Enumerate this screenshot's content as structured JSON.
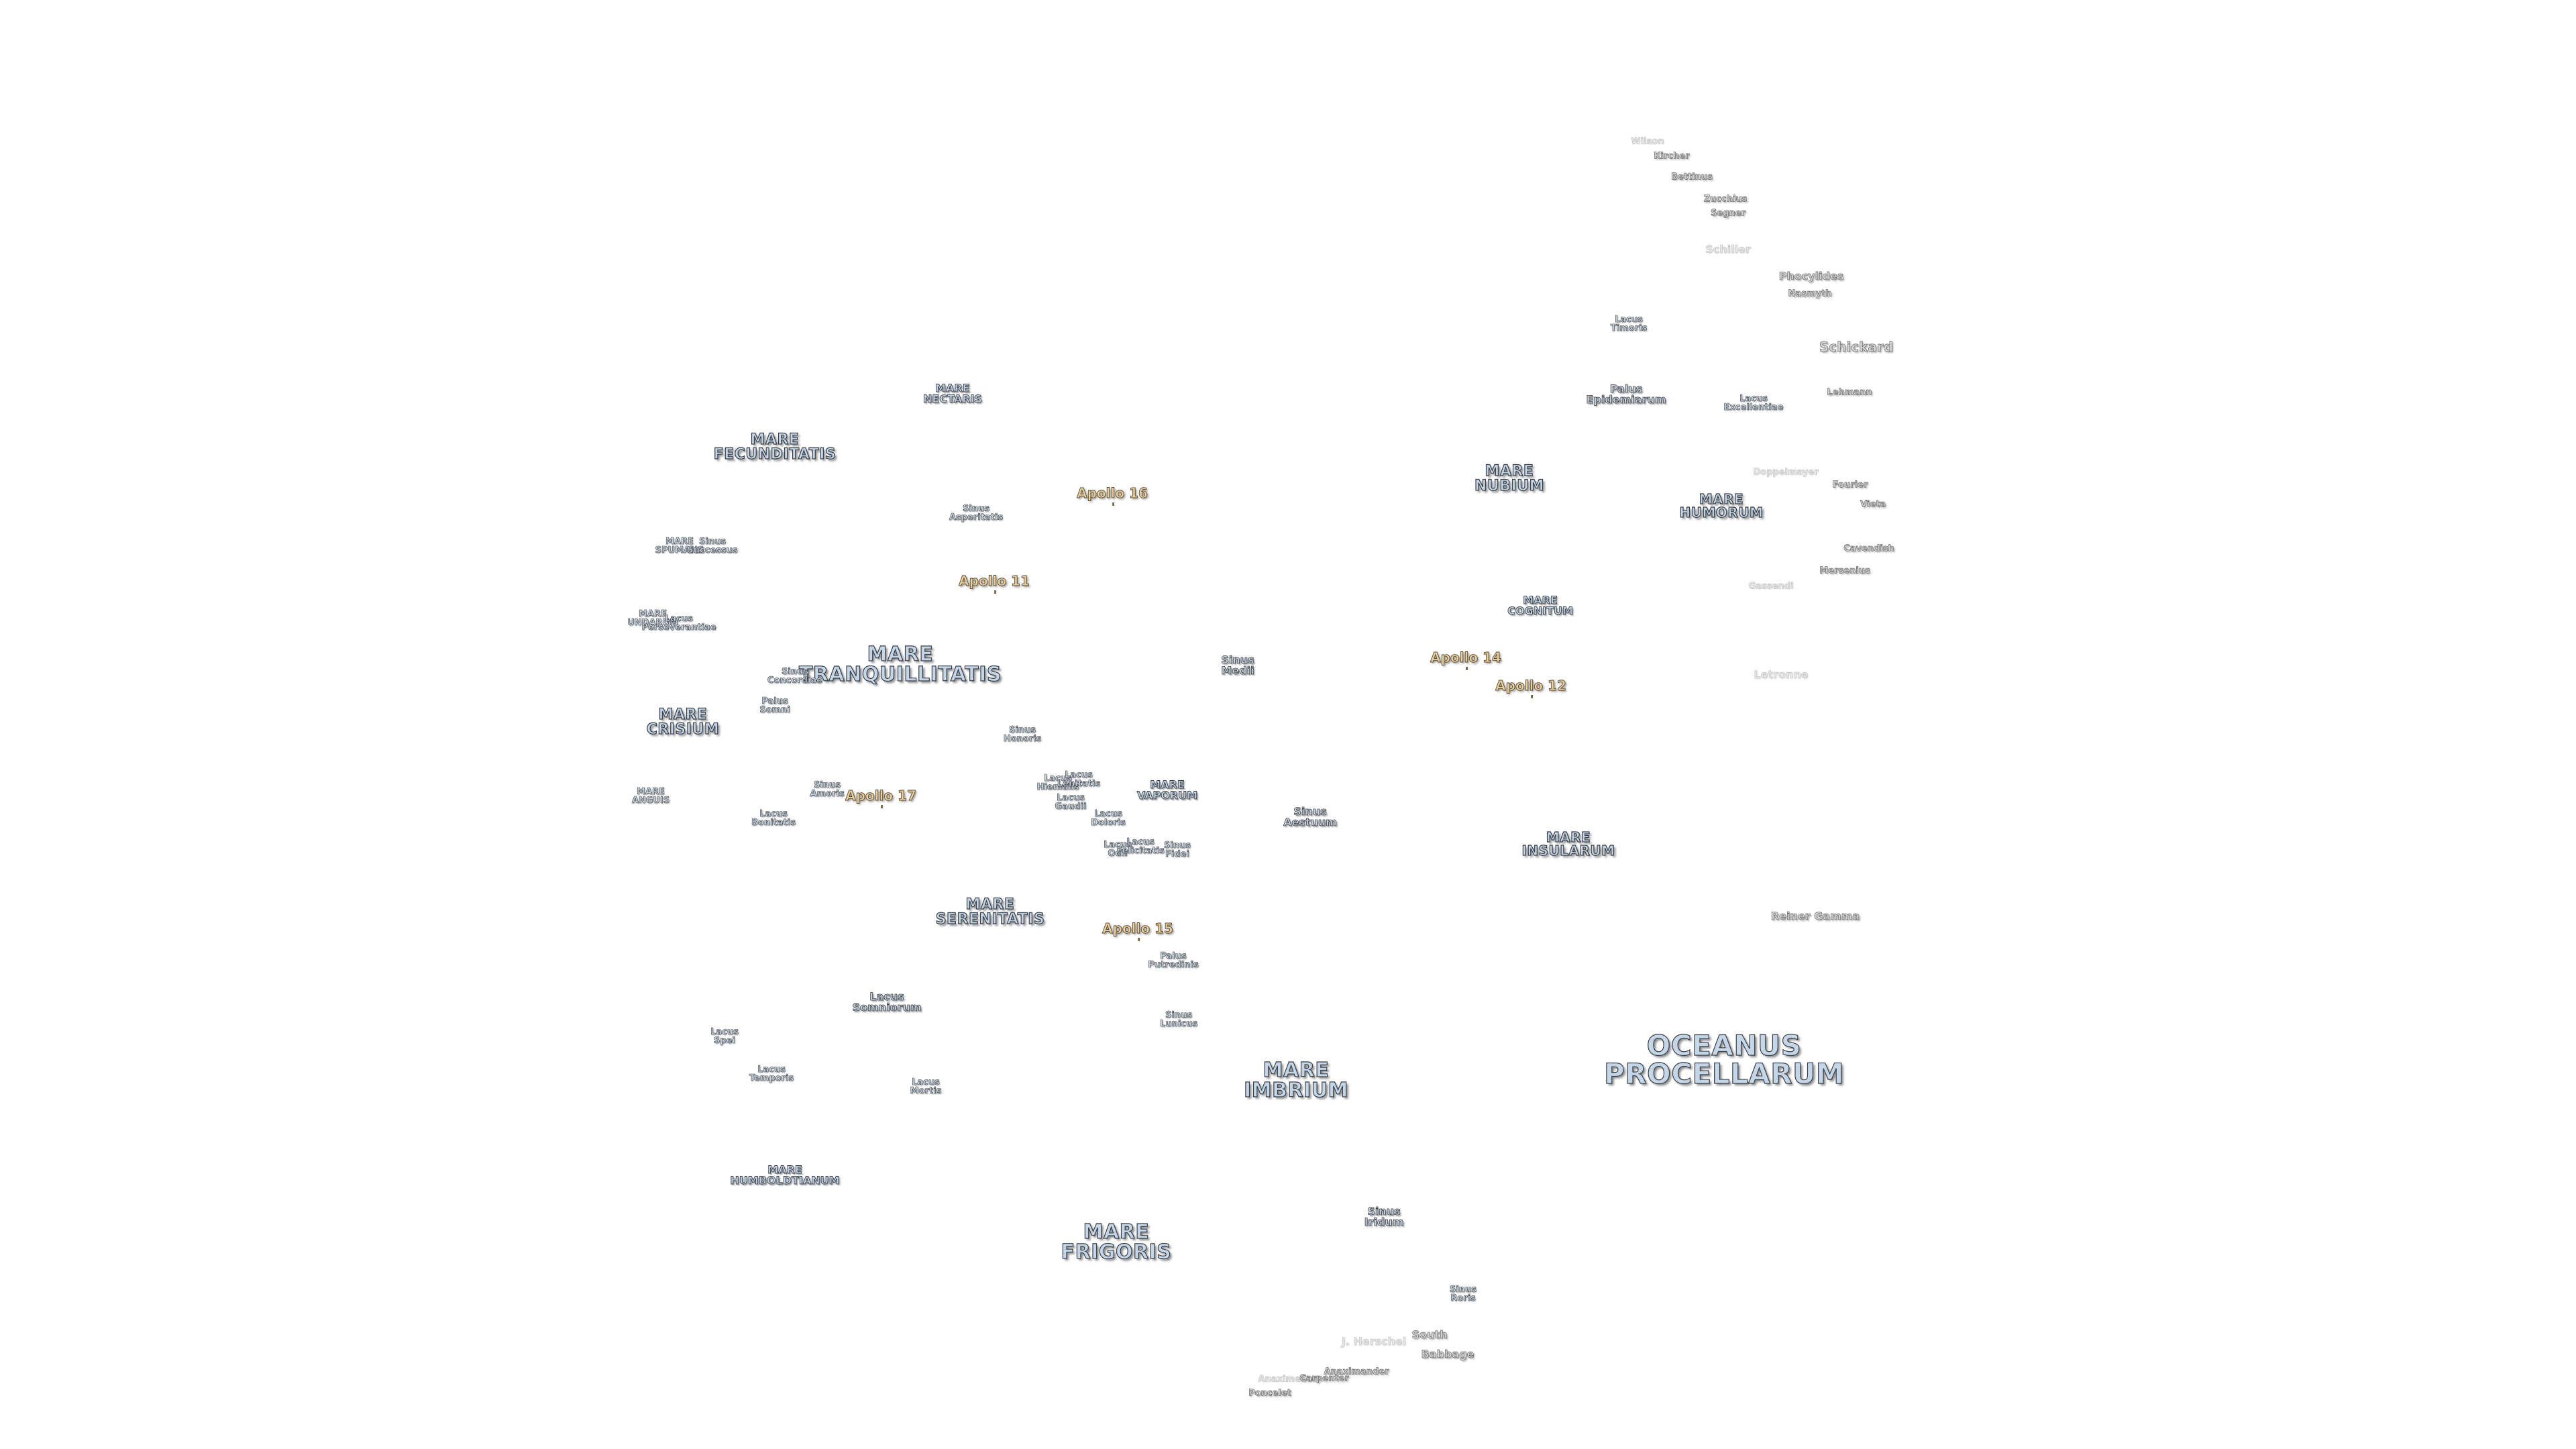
{
  "map": {
    "labels": [
      {
        "text": "OCEANUS\nPROCELLARUM",
        "kind": "mare",
        "size": "xl"
      },
      {
        "text": "MARE\nFECUNDITATIS",
        "kind": "mare",
        "size": "m"
      },
      {
        "text": "MARE\nNECTARIS",
        "kind": "mare-s",
        "size": "s"
      },
      {
        "text": "MARE\nTRANQUILLITATIS",
        "kind": "mare",
        "size": "l"
      },
      {
        "text": "MARE\nCRISIUM",
        "kind": "mare",
        "size": "m"
      },
      {
        "text": "MARE\nSERENITATIS",
        "kind": "mare",
        "size": "m"
      },
      {
        "text": "MARE\nIMBRIUM",
        "kind": "mare",
        "size": "l"
      },
      {
        "text": "MARE\nFRIGORIS",
        "kind": "mare",
        "size": "l"
      },
      {
        "text": "MARE\nNUBIUM",
        "kind": "mare",
        "size": "m"
      },
      {
        "text": "MARE\nHUMORUM",
        "kind": "mare",
        "size": "ms"
      },
      {
        "text": "MARE\nCOGNITUM",
        "kind": "mare-s",
        "size": "s"
      },
      {
        "text": "MARE\nINSULARUM",
        "kind": "mare",
        "size": "ms"
      },
      {
        "text": "MARE\nVAPORUM",
        "kind": "mare-s",
        "size": "s"
      },
      {
        "text": "MARE\nHUMBOLDTIANUM",
        "kind": "mare-s",
        "size": "s"
      },
      {
        "text": "MARE\nSPUMANS",
        "kind": "tiny",
        "size": "xs"
      },
      {
        "text": "MARE\nUNDARUM",
        "kind": "tiny",
        "size": "xs"
      },
      {
        "text": "MARE\nANGUIS",
        "kind": "tiny",
        "size": "xs"
      },
      {
        "text": "Sinus\nSuccessus",
        "kind": "tiny",
        "size": "xs"
      },
      {
        "text": "Lacus\nPerseverantiae",
        "kind": "tiny",
        "size": "xs"
      },
      {
        "text": "Sinus\nConcordiae",
        "kind": "tiny",
        "size": "xs"
      },
      {
        "text": "Palus\nSomni",
        "kind": "tiny",
        "size": "xs"
      },
      {
        "text": "Sinus\nAmoris",
        "kind": "tiny",
        "size": "xs"
      },
      {
        "text": "Lacus\nBonitatis",
        "kind": "tiny",
        "size": "xs"
      },
      {
        "text": "Sinus\nAsperitatis",
        "kind": "tiny",
        "size": "xs"
      },
      {
        "text": "Sinus\nHonoris",
        "kind": "tiny",
        "size": "xs"
      },
      {
        "text": "Sinus\nMedii",
        "kind": "small",
        "size": "s"
      },
      {
        "text": "Sinus\nAestuum",
        "kind": "small",
        "size": "s"
      },
      {
        "text": "Lacus\nHiemalis",
        "kind": "tiny",
        "size": "xs"
      },
      {
        "text": "Lacus\nLenitatis",
        "kind": "tiny",
        "size": "xs"
      },
      {
        "text": "Lacus\nGaudii",
        "kind": "tiny",
        "size": "xs"
      },
      {
        "text": "Lacus\nDoloris",
        "kind": "tiny",
        "size": "xs"
      },
      {
        "text": "Lacus\nOdii",
        "kind": "tiny",
        "size": "xs"
      },
      {
        "text": "Lacus\nFelicitatis",
        "kind": "tiny",
        "size": "xs"
      },
      {
        "text": "Sinus\nFidei",
        "kind": "tiny",
        "size": "xs"
      },
      {
        "text": "Palus\nPutredinis",
        "kind": "tiny",
        "size": "xs"
      },
      {
        "text": "Sinus\nLunicus",
        "kind": "tiny",
        "size": "xs"
      },
      {
        "text": "Lacus\nSomniorum",
        "kind": "small",
        "size": "s"
      },
      {
        "text": "Lacus\nSpei",
        "kind": "tiny",
        "size": "xs"
      },
      {
        "text": "Lacus\nTemporis",
        "kind": "tiny",
        "size": "xs"
      },
      {
        "text": "Lacus\nMortis",
        "kind": "tiny",
        "size": "xs"
      },
      {
        "text": "Sinus\nIridum",
        "kind": "small",
        "size": "s"
      },
      {
        "text": "Sinus\nRoris",
        "kind": "tiny",
        "size": "xs"
      },
      {
        "text": "Lacus\nTimoris",
        "kind": "tiny",
        "size": "xs"
      },
      {
        "text": "Palus\nEpidemiarum",
        "kind": "small",
        "size": "s"
      },
      {
        "text": "Lacus\nExcellentiae",
        "kind": "tiny",
        "size": "xs"
      },
      {
        "text": "Wilson",
        "kind": "faint",
        "size": "xs"
      },
      {
        "text": "Kircher",
        "kind": "crater",
        "size": "xs"
      },
      {
        "text": "Bettinus",
        "kind": "crater",
        "size": "xs"
      },
      {
        "text": "Zucchius",
        "kind": "crater",
        "size": "xs"
      },
      {
        "text": "Segner",
        "kind": "crater",
        "size": "xs"
      },
      {
        "text": "Schiller",
        "kind": "faint",
        "size": "s"
      },
      {
        "text": "Phocylides",
        "kind": "crater",
        "size": "s"
      },
      {
        "text": "Nasmyth",
        "kind": "crater",
        "size": "xs"
      },
      {
        "text": "Schickard",
        "kind": "crater",
        "size": "ms"
      },
      {
        "text": "Lehmann",
        "kind": "crater",
        "size": "xs"
      },
      {
        "text": "Doppelmayer",
        "kind": "faint",
        "size": "xs"
      },
      {
        "text": "Fourier",
        "kind": "crater",
        "size": "xs"
      },
      {
        "text": "Vieta",
        "kind": "crater",
        "size": "xs"
      },
      {
        "text": "Cavendish",
        "kind": "crater",
        "size": "xs"
      },
      {
        "text": "Mersenius",
        "kind": "crater",
        "size": "xs"
      },
      {
        "text": "Gassendi",
        "kind": "faint",
        "size": "xs"
      },
      {
        "text": "Letronne",
        "kind": "faint",
        "size": "s"
      },
      {
        "text": "Reiner Gamma",
        "kind": "crater",
        "size": "s"
      },
      {
        "text": "J. Herschel",
        "kind": "faint",
        "size": "s"
      },
      {
        "text": "South",
        "kind": "crater",
        "size": "s"
      },
      {
        "text": "Babbage",
        "kind": "crater",
        "size": "s"
      },
      {
        "text": "Anaximander",
        "kind": "crater",
        "size": "xs"
      },
      {
        "text": "Anaximenes",
        "kind": "faint",
        "size": "xs"
      },
      {
        "text": "Carpenter",
        "kind": "crater",
        "size": "xs"
      },
      {
        "text": "Poncelet",
        "kind": "crater",
        "size": "xs"
      },
      {
        "text": "Apollo 11",
        "kind": "apollo",
        "size": "ms"
      },
      {
        "text": "Apollo 12",
        "kind": "apollo",
        "size": "ms"
      },
      {
        "text": "Apollo 14",
        "kind": "apollo",
        "size": "ms"
      },
      {
        "text": "Apollo 15",
        "kind": "apollo",
        "size": "ms"
      },
      {
        "text": "Apollo 16",
        "kind": "apollo",
        "size": "ms"
      },
      {
        "text": "Apollo 17",
        "kind": "apollo",
        "size": "ms"
      }
    ]
  }
}
